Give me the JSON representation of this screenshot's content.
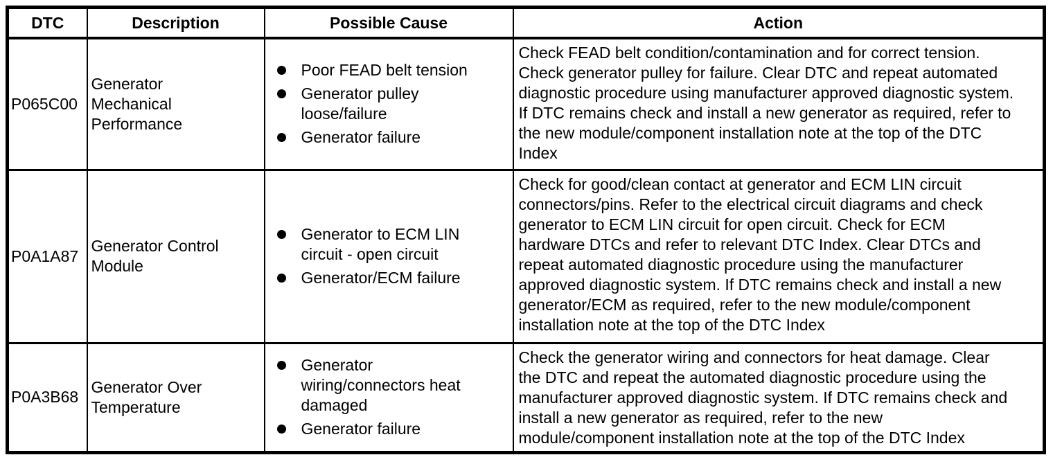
{
  "table": {
    "headers": {
      "dtc": "DTC",
      "description": "Description",
      "possible_cause": "Possible Cause",
      "action": "Action"
    },
    "rows": [
      {
        "dtc": "P065C00",
        "description": "Generator\nMechanical\nPerformance",
        "causes": [
          "Poor FEAD belt tension",
          "Generator pulley\nloose/failure",
          "Generator failure"
        ],
        "action": "Check FEAD belt condition/contamination and for correct tension.\nCheck generator pulley for failure. Clear DTC and repeat automated\ndiagnostic procedure using manufacturer approved diagnostic system.\nIf DTC remains check and install a new generator as required, refer to\nthe new module/component installation note at the top of the DTC\nIndex"
      },
      {
        "dtc": "P0A1A87",
        "description": "Generator Control\nModule",
        "causes": [
          "Generator to ECM LIN\ncircuit - open circuit",
          "Generator/ECM failure"
        ],
        "action": "Check for good/clean contact at generator and ECM LIN circuit\nconnectors/pins. Refer to the electrical circuit diagrams and check\ngenerator to ECM LIN circuit for open circuit. Check for ECM\nhardware DTCs and refer to relevant DTC Index. Clear DTCs and\nrepeat automated diagnostic procedure using the manufacturer\napproved diagnostic system. If DTC remains check and install a new\ngenerator/ECM as required, refer to the new module/component\ninstallation note at the top of the DTC Index"
      },
      {
        "dtc": "P0A3B68",
        "description": "Generator Over\nTemperature",
        "causes": [
          "Generator\nwiring/connectors heat\ndamaged",
          "Generator failure"
        ],
        "action": "Check the generator wiring and connectors for heat damage. Clear\nthe DTC and repeat the automated diagnostic procedure using the\nmanufacturer approved diagnostic system. If DTC remains check and\ninstall a new generator as required, refer to the new\nmodule/component installation note at the top of the DTC Index"
      }
    ],
    "colors": {
      "border": "#000000",
      "text": "#000000",
      "background": "#ffffff"
    }
  }
}
